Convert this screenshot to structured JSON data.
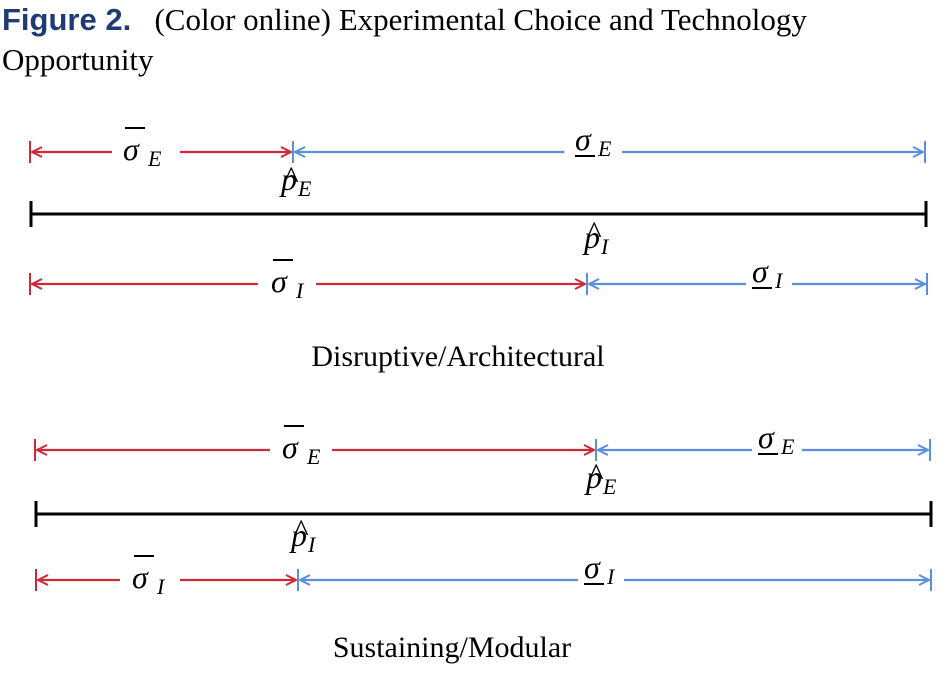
{
  "caption": {
    "label": "Figure 2.",
    "text": "(Color online) Experimental Choice and Technology Opportunity"
  },
  "colors": {
    "red": "#cc2a36",
    "blue": "#5a8fdc",
    "black": "#000000"
  },
  "panels": [
    {
      "label": "Disruptive/Architectural",
      "upper_left": {
        "symbol": "σ",
        "bar": "over",
        "sub": "E"
      },
      "upper_right": {
        "symbol": "σ",
        "bar": "under",
        "sub": "E"
      },
      "upper_marker": {
        "symbol": "p",
        "hat": true,
        "sub": "E"
      },
      "lower_marker": {
        "symbol": "p",
        "hat": true,
        "sub": "I"
      },
      "lower_left": {
        "symbol": "σ",
        "bar": "over",
        "sub": "I"
      },
      "lower_right": {
        "symbol": "σ",
        "bar": "under",
        "sub": "I"
      }
    },
    {
      "label": "Sustaining/Modular",
      "upper_left": {
        "symbol": "σ",
        "bar": "over",
        "sub": "E"
      },
      "upper_right": {
        "symbol": "σ",
        "bar": "under",
        "sub": "E"
      },
      "upper_marker": {
        "symbol": "p",
        "hat": true,
        "sub": "E"
      },
      "lower_marker": {
        "symbol": "p",
        "hat": true,
        "sub": "I"
      },
      "lower_left": {
        "symbol": "σ",
        "bar": "over",
        "sub": "I"
      },
      "lower_right": {
        "symbol": "σ",
        "bar": "under",
        "sub": "I"
      }
    }
  ]
}
